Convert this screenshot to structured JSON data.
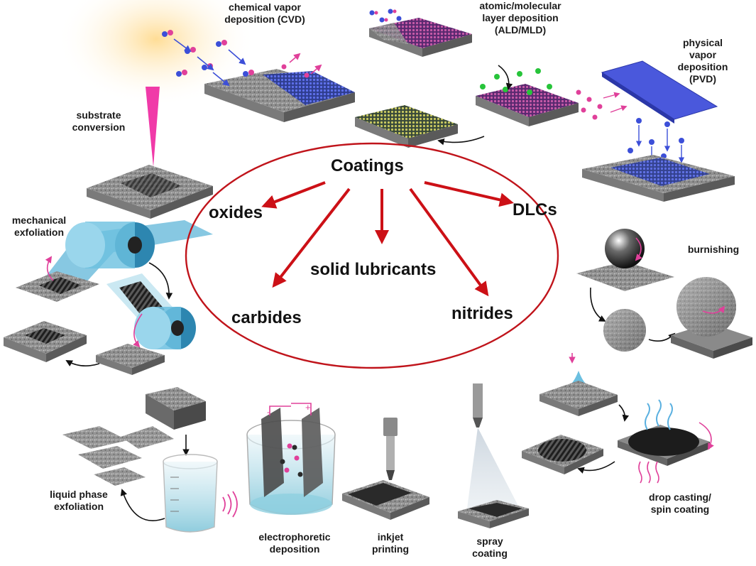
{
  "center": {
    "title": "Coatings",
    "types": [
      "oxides",
      "solid lubricants",
      "carbides",
      "nitrides",
      "DLCs"
    ]
  },
  "methods": [
    {
      "id": "cvd",
      "lines": [
        "chemical vapor",
        "deposition (CVD)"
      ]
    },
    {
      "id": "ald",
      "lines": [
        "atomic/molecular",
        "layer deposition",
        "(ALD/MLD)"
      ]
    },
    {
      "id": "pvd",
      "lines": [
        "physical",
        "vapor",
        "deposition",
        "(PVD)"
      ]
    },
    {
      "id": "substrate",
      "lines": [
        "substrate",
        "conversion"
      ]
    },
    {
      "id": "mechanical",
      "lines": [
        "mechanical",
        "exfoliation"
      ]
    },
    {
      "id": "burnishing",
      "lines": [
        "burnishing"
      ]
    },
    {
      "id": "liquid",
      "lines": [
        "liquid phase",
        "exfoliation"
      ]
    },
    {
      "id": "electro",
      "lines": [
        "electrophoretic",
        "deposition"
      ]
    },
    {
      "id": "inkjet",
      "lines": [
        "inkjet",
        "printing"
      ]
    },
    {
      "id": "spray",
      "lines": [
        "spray",
        "coating"
      ]
    },
    {
      "id": "drop",
      "lines": [
        "drop casting/",
        "spin coating"
      ]
    }
  ],
  "colors": {
    "ellipse": "#c0141b",
    "arrow": "#cc1016",
    "accent": "#e0409a",
    "plate": "#9a9a9a",
    "blue": "#3c4fd8",
    "liquid": "#8ecfe0"
  }
}
